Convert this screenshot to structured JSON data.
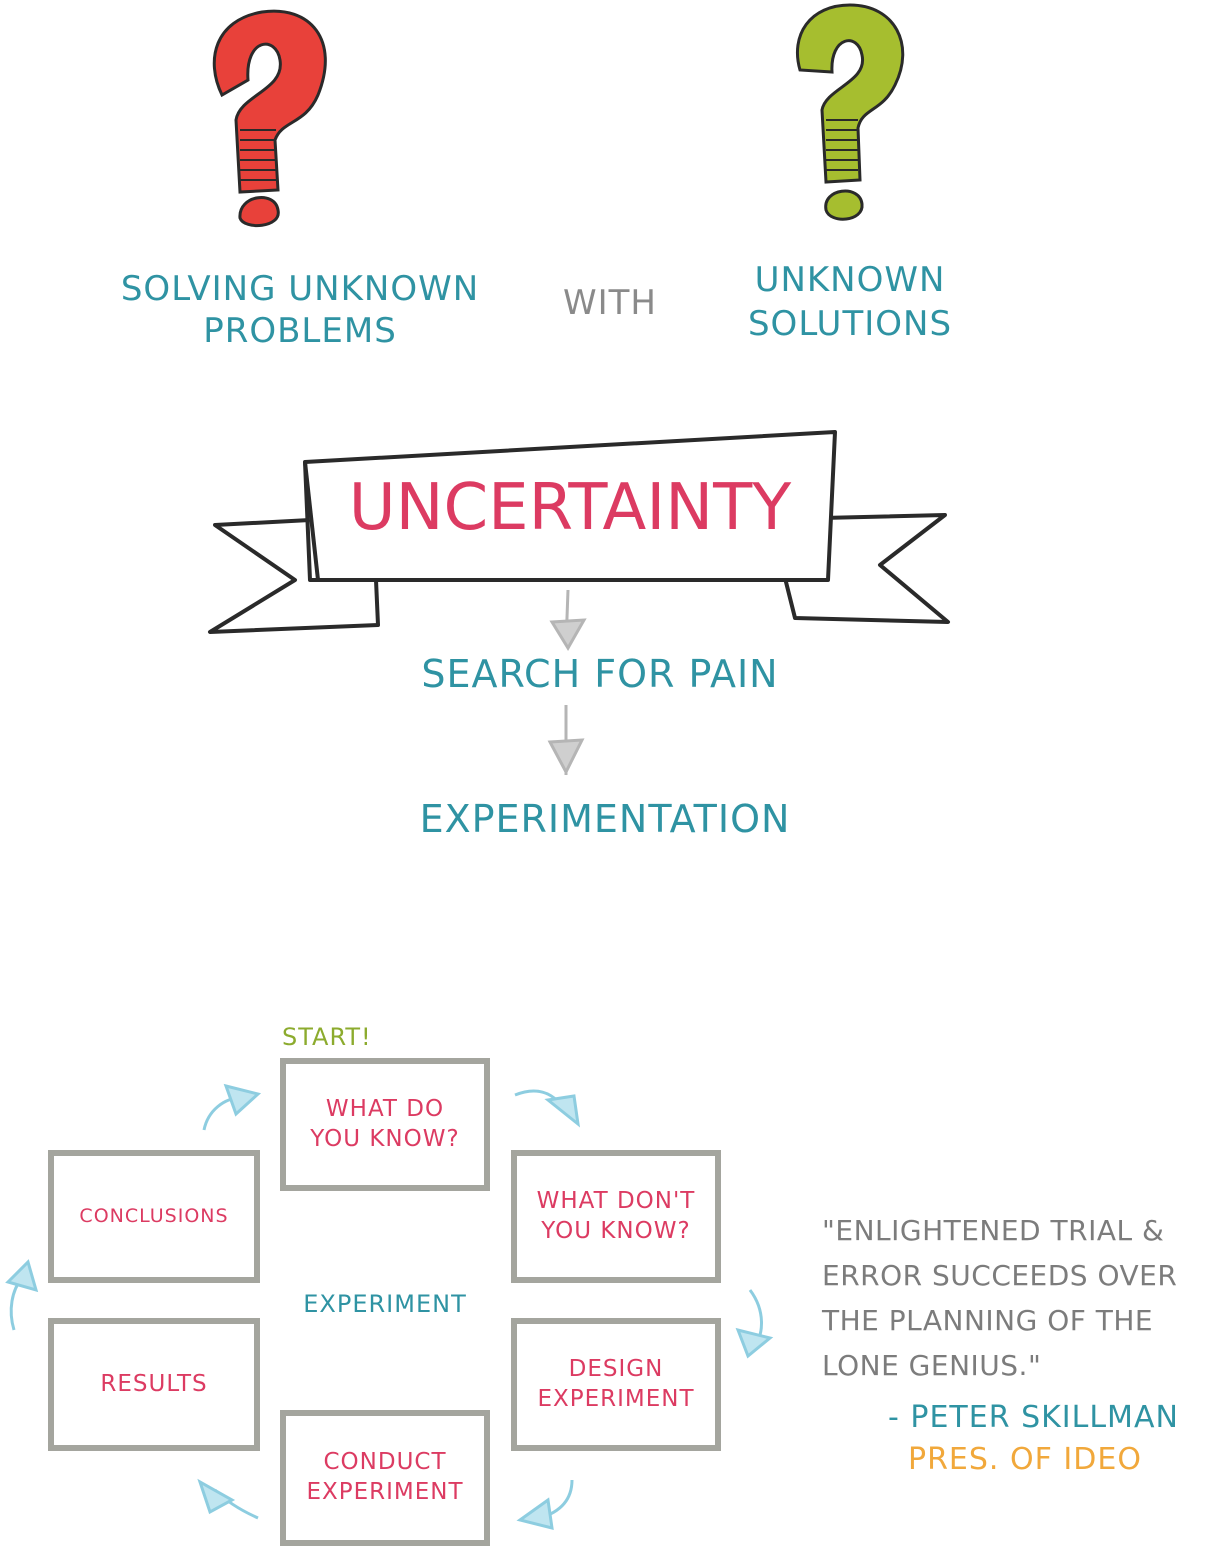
{
  "top": {
    "left_text": "SOLVING UNKNOWN\nPROBLEMS",
    "middle_text": "WITH",
    "right_text": "UNKNOWN\nSOLUTIONS",
    "left_icon": "question-mark-icon",
    "right_icon": "question-mark-icon",
    "colors": {
      "left_icon": "#e8413a",
      "right_icon": "#a6be2f"
    }
  },
  "banner": {
    "title": "UNCERTAINTY",
    "steps": [
      "SEARCH FOR PAIN",
      "EXPERIMENTATION"
    ]
  },
  "cycle": {
    "start_label": "START!",
    "center_label": "EXPERIMENT",
    "steps": [
      "WHAT DO\nYOU KNOW?",
      "WHAT DON'T\nYOU KNOW?",
      "DESIGN\nEXPERIMENT",
      "CONDUCT\nEXPERIMENT",
      "RESULTS",
      "CONCLUSIONS"
    ]
  },
  "quote": {
    "text": "\"ENLIGHTENED TRIAL &\nERROR SUCCEEDS OVER\nTHE PLANNING OF THE\nLONE GENIUS.\"",
    "author": "- PETER SKILLMAN",
    "role": "PRES. OF IDEO"
  }
}
